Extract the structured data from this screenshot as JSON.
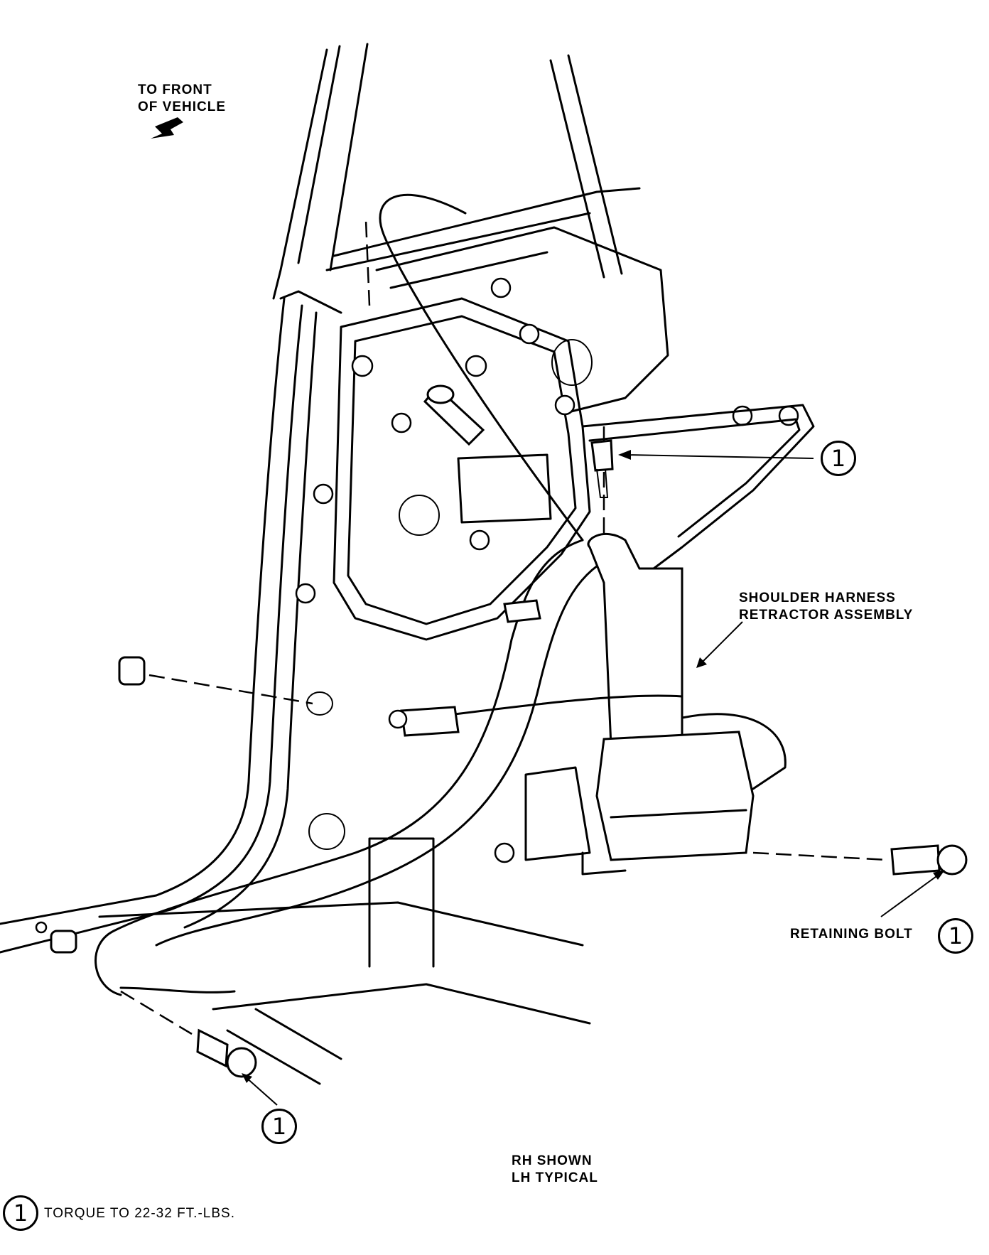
{
  "labels": {
    "front_direction": "TO FRONT\nOF VEHICLE",
    "retractor_assembly": "SHOULDER HARNESS\nRETRACTOR ASSEMBLY",
    "retaining_bolt": "RETAINING BOLT",
    "view_note": "RH SHOWN\nLH TYPICAL",
    "torque_note": "TORQUE TO 22-32 FT.-LBS."
  },
  "callout_number": "1",
  "icons": {
    "front_arrow": "arrow-icon",
    "callout": "numbered-circle-icon"
  }
}
